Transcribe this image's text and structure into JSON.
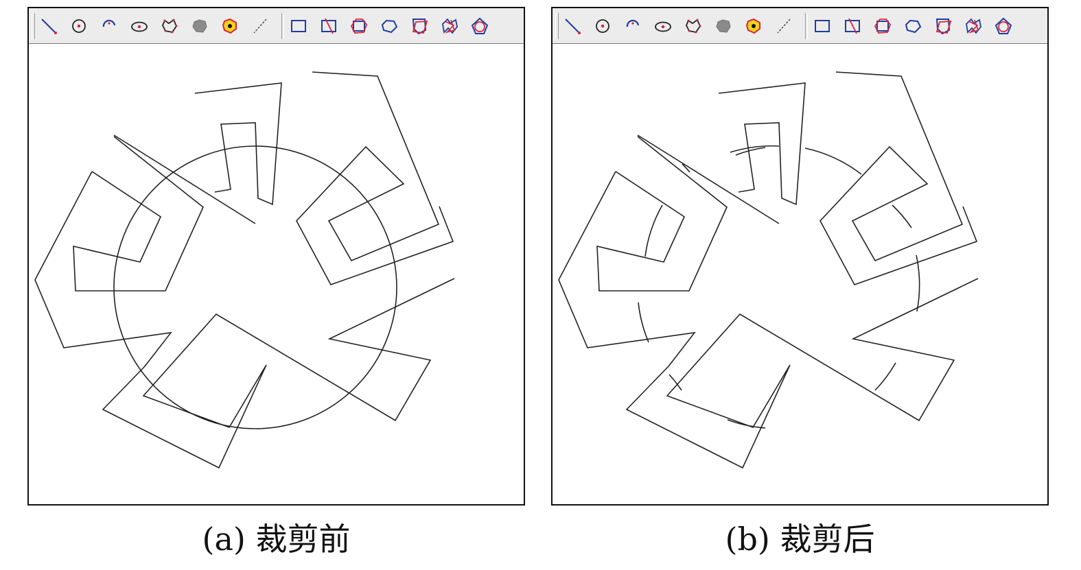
{
  "panels": [
    {
      "id": "a",
      "caption": "(a) 裁剪前",
      "state": "before-clipping"
    },
    {
      "id": "b",
      "caption": "(b) 裁剪后",
      "state": "after-clipping"
    }
  ],
  "toolbar": {
    "tools": [
      {
        "icon": "line-tool-icon"
      },
      {
        "icon": "circle-tool-icon"
      },
      {
        "icon": "arc-tool-icon"
      },
      {
        "icon": "ellipse-tool-icon"
      },
      {
        "icon": "polygon-tool-icon"
      },
      {
        "icon": "fill-tool-icon"
      },
      {
        "icon": "seed-fill-tool-icon"
      },
      {
        "icon": "dashed-line-tool-icon"
      },
      {
        "icon": "rectangle-tool-icon"
      },
      {
        "icon": "line-clip-tool-icon"
      },
      {
        "icon": "polygon-clip-tool-icon"
      },
      {
        "icon": "convex-polygon-tool-icon"
      },
      {
        "icon": "polygon-window-clip-tool-icon"
      },
      {
        "icon": "complex-polygon-clip-tool-icon"
      },
      {
        "icon": "circle-clip-tool-icon"
      }
    ]
  },
  "colors": {
    "stroke": "#222222",
    "icon_blue": "#1f3c9e",
    "icon_red": "#d9223a",
    "toolbar_bg": "#ececec"
  }
}
